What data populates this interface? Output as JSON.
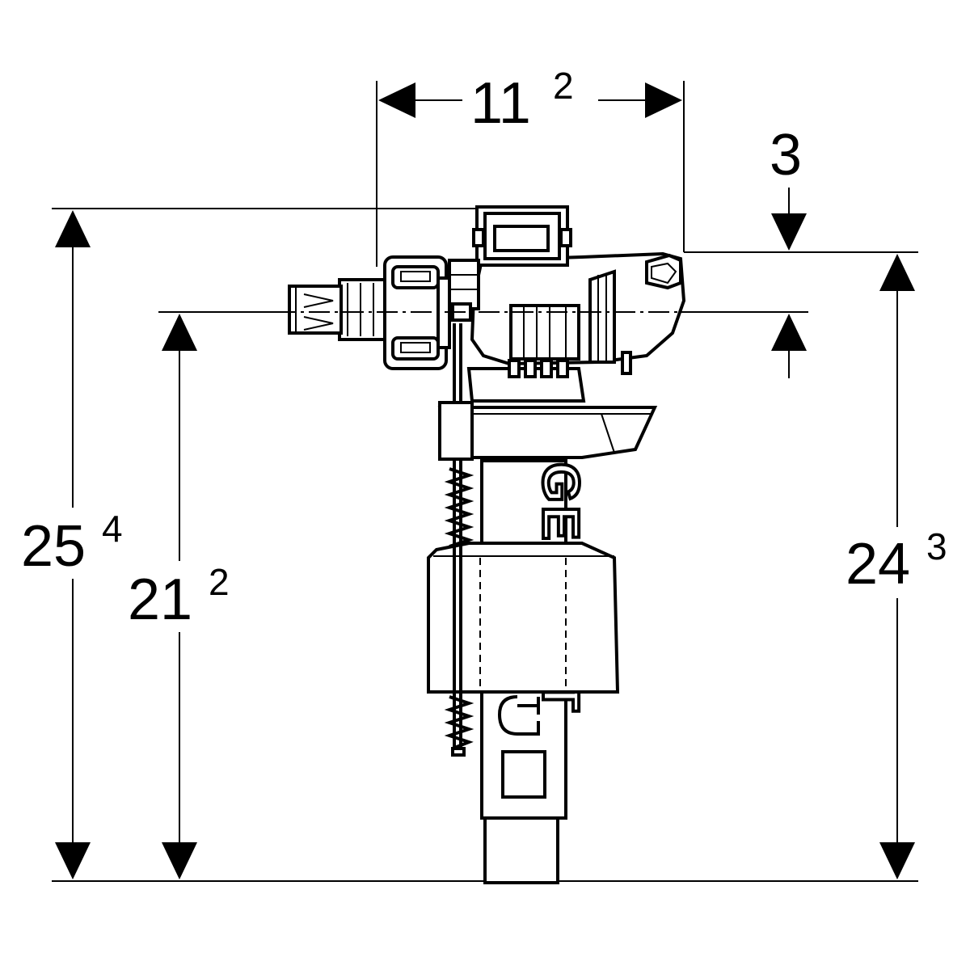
{
  "dimensions": {
    "top_width": {
      "main": "11",
      "sup": "2"
    },
    "top_offset": {
      "main": "3",
      "sup": ""
    },
    "left_outer": {
      "main": "25",
      "sup": "4"
    },
    "left_inner": {
      "main": "21",
      "sup": "2"
    },
    "right": {
      "main": "24",
      "sup": "3"
    }
  },
  "product": {
    "brand_lettering": "GEBERIT"
  },
  "colors": {
    "ink": "#000000",
    "paper": "#ffffff"
  }
}
